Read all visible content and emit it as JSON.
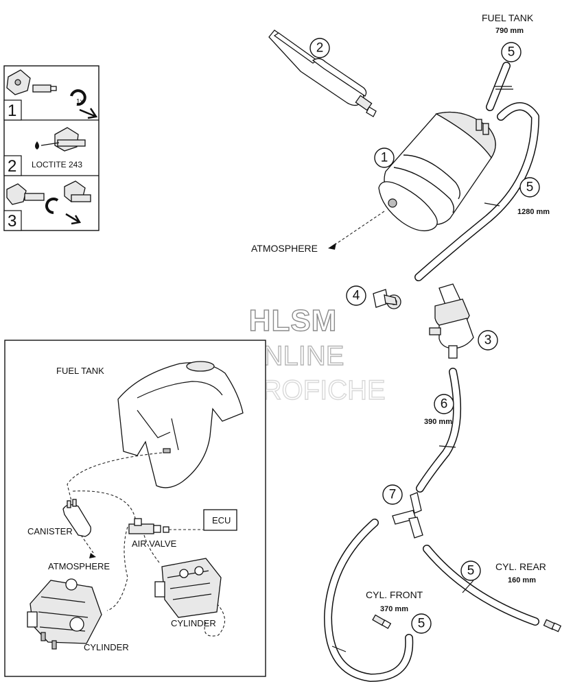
{
  "watermark": {
    "line1": "HLSM",
    "line2": "ONLINE",
    "line3": "MICROFICHE"
  },
  "steps": [
    {
      "number": "1",
      "note": "1x"
    },
    {
      "number": "2",
      "note": "LOCTITE 243"
    },
    {
      "number": "3",
      "note": ""
    }
  ],
  "callouts": {
    "c1": "1",
    "c2": "2",
    "c3": "3",
    "c4": "4",
    "c5_tank": "5",
    "c5_long": "5",
    "c5_rear": "5",
    "c5_front": "5",
    "c6": "6",
    "c7": "7"
  },
  "labels": {
    "fuel_tank": "FUEL TANK",
    "fuel_tank_len": "790 mm",
    "hose_long_len": "1280 mm",
    "atmosphere": "ATMOSPHERE",
    "hose_6_len": "390 mm",
    "cyl_rear": "CYL. REAR",
    "cyl_rear_len": "160 mm",
    "cyl_front": "CYL. FRONT",
    "cyl_front_len": "370 mm"
  },
  "inset": {
    "fuel_tank": "FUEL TANK",
    "canister": "CANISTER",
    "air_valve": "AIR VALVE",
    "ecu": "ECU",
    "atmosphere": "ATMOSPHERE",
    "cylinder_rear": "CYLINDER",
    "cylinder_front": "CYLINDER"
  }
}
